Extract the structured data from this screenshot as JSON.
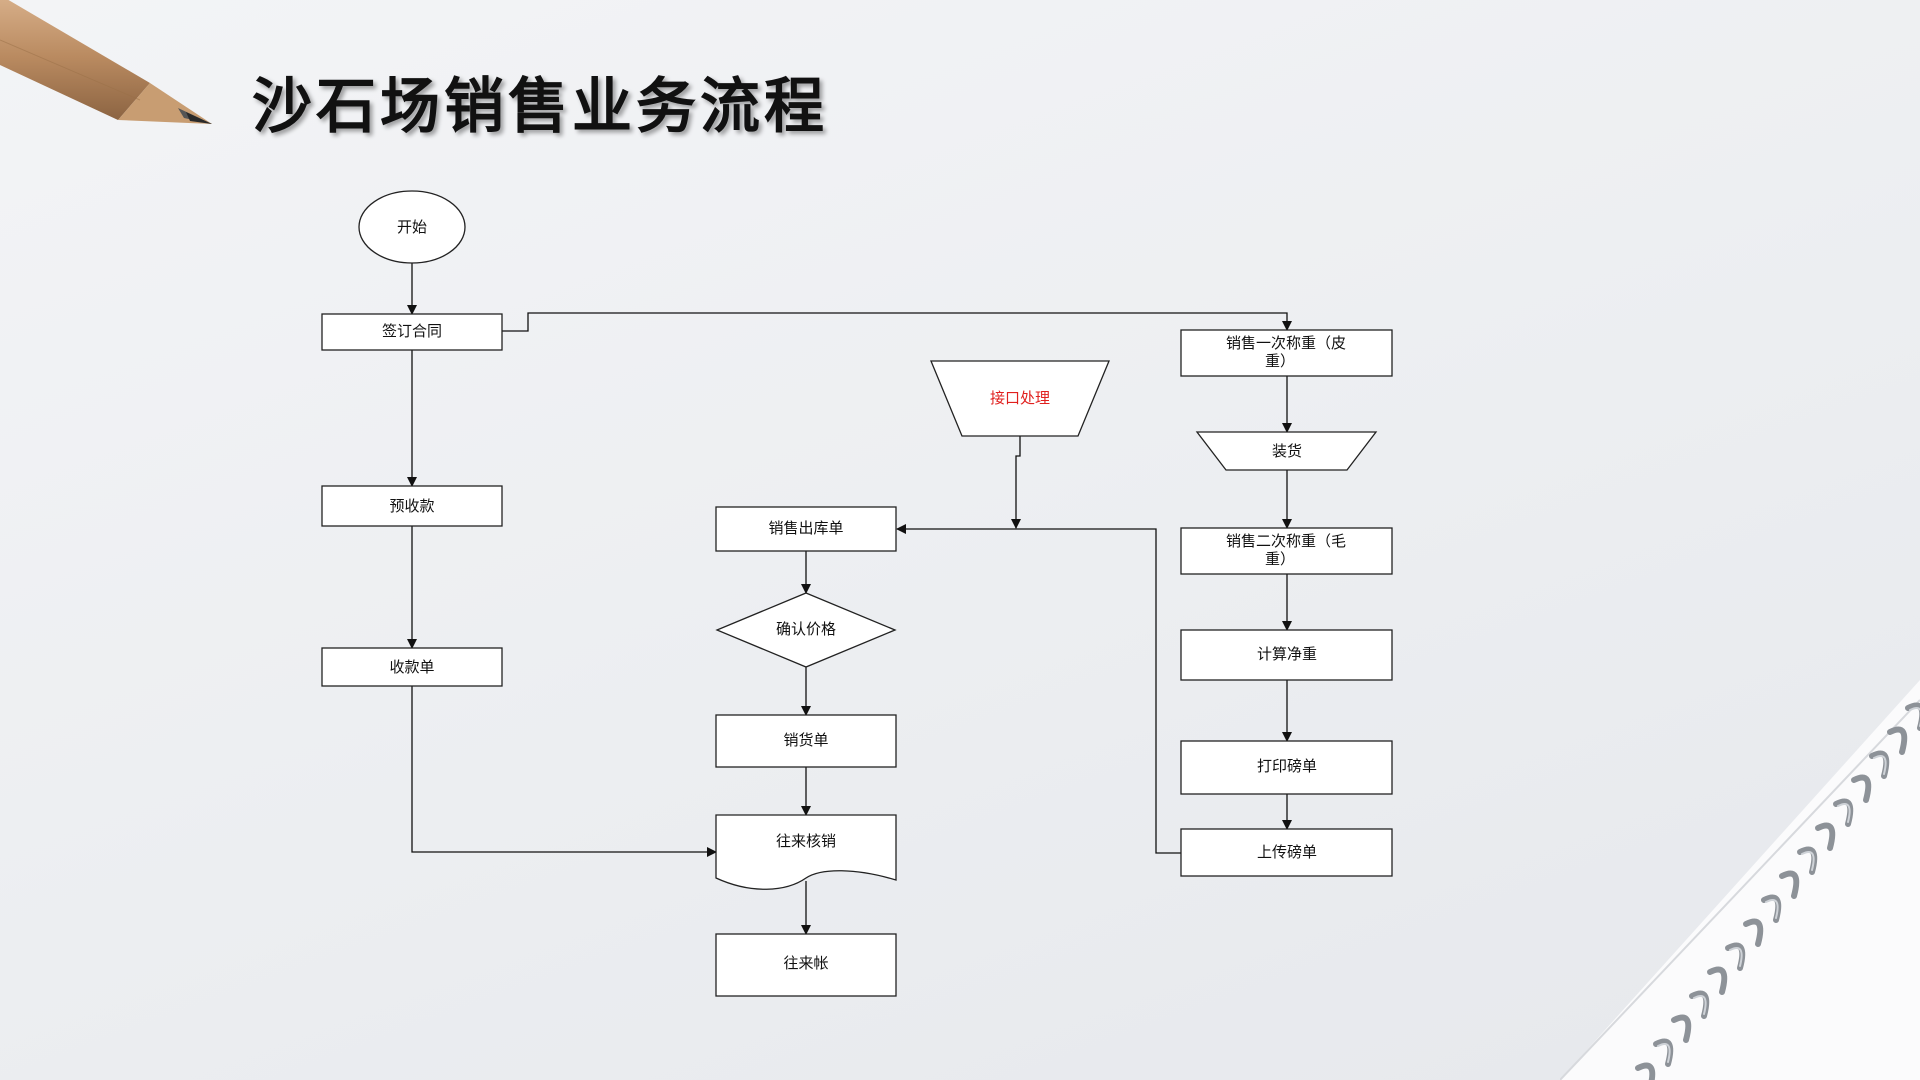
{
  "title": "沙石场销售业务流程",
  "decor": {
    "pencil": "pencil-decoration",
    "notebook": "spiral-binding-decoration"
  },
  "colors": {
    "node_text": "#111111",
    "interface_text": "#e0201e",
    "line": "#111111"
  },
  "flow": {
    "start": "开始",
    "sign_contract": "签订合同",
    "prepayment": "预收款",
    "receipt": "收款单",
    "interface": "接口处理",
    "sales_outbound": "销售出库单",
    "confirm_price": "确认价格",
    "sales_invoice": "销货单",
    "reconciliation": "往来核销",
    "accounts": "往来帐",
    "tare_line1": "销售一次称重（皮",
    "tare_line2": "重）",
    "loading": "装货",
    "gross_line1": "销售二次称重（毛",
    "gross_line2": "重）",
    "net_weight": "计算净重",
    "print_ticket": "打印磅单",
    "upload_ticket": "上传磅单"
  }
}
